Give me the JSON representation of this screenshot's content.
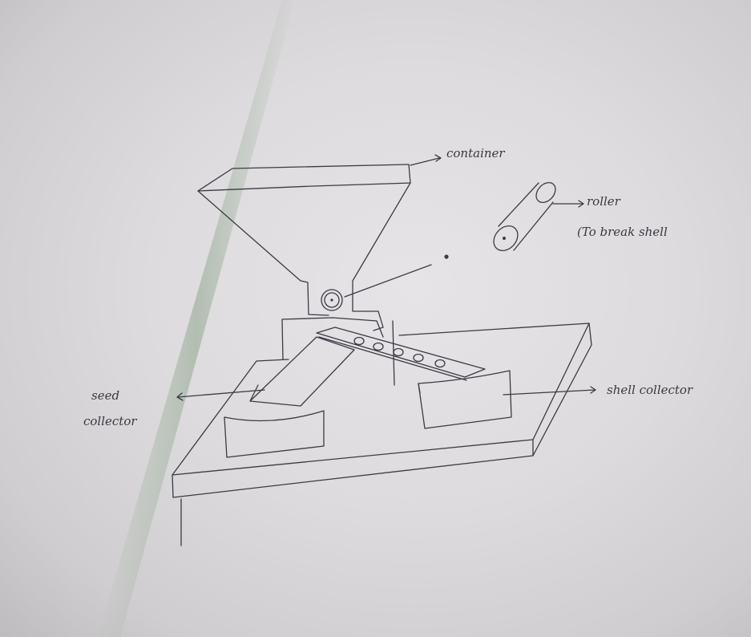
{
  "labels": {
    "container": "container",
    "roller": "roller",
    "roller_note": "(To break shell",
    "seed_collector_line1": "seed",
    "seed_collector_line2": "collector",
    "shell_collector": "shell collector"
  },
  "colors": {
    "paper": "#dddbdd",
    "ink": "#3c3a44",
    "pencil_streak": "#8fa68f"
  }
}
